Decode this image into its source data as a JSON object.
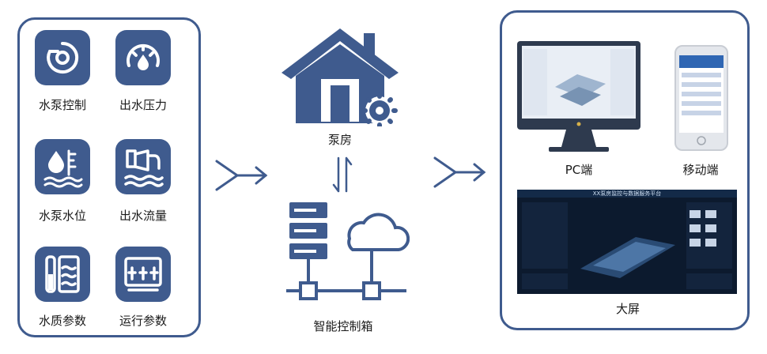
{
  "sensors": [
    {
      "label": "水泵控制",
      "icon": "pump-control-icon"
    },
    {
      "label": "出水压力",
      "icon": "pressure-gauge-icon"
    },
    {
      "label": "水泵水位",
      "icon": "water-level-icon"
    },
    {
      "label": "出水流量",
      "icon": "water-flow-icon"
    },
    {
      "label": "水质参数",
      "icon": "water-quality-icon"
    },
    {
      "label": "运行参数",
      "icon": "operation-params-icon"
    }
  ],
  "center": {
    "pump_room_label": "泵房",
    "control_box_label": "智能控制箱"
  },
  "devices": {
    "pc_label": "PC端",
    "mobile_label": "移动端",
    "bigscreen_label": "大屏",
    "bigscreen_title": "XX泵房监控与数据服务平台"
  },
  "colors": {
    "primary": "#3f5b8e",
    "screen_dark": "#0c1a2e"
  }
}
